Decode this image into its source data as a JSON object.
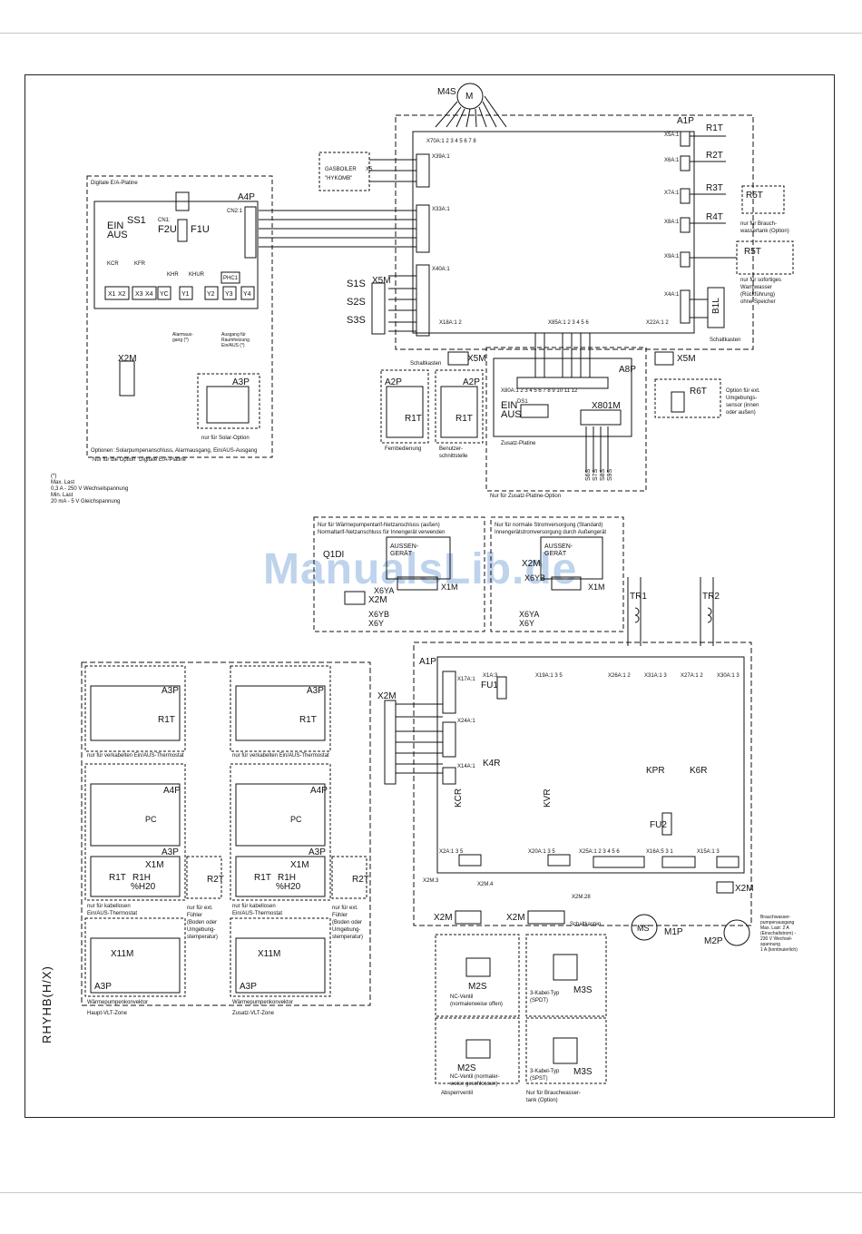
{
  "page": {
    "side_label": "RHYHB(H/X)",
    "watermark": "ManualsLib.de"
  },
  "labels": {
    "a1p": "A1P",
    "m4s": "M4S",
    "m": "M",
    "x70a": "X70A:1 2 3 4 5 6 7 8",
    "x39a": "X39A:1",
    "gasboiler": "GASBOILER",
    "hykomb": "\"HYKOMB\"",
    "x5": "X5",
    "x33a": "X33A:1",
    "x40a": "X40A:1",
    "x18a": "X18A:1 2",
    "x85a": "X85A:1 2 3 4 5 6",
    "x22a": "X22A:1 2",
    "x5a": "X5A:1",
    "x6a": "X6A:1",
    "x7a": "X7A:1",
    "x8a": "X8A:1",
    "x9a": "X9A:1",
    "x4a": "X4A:1",
    "r1t": "R1T",
    "r2t": "R2T",
    "r3t": "R3T",
    "r4t": "R4T",
    "r5t": "R5T",
    "r6t": "R6T",
    "b1l": "B1L",
    "note_r5t_a": "nur für Brauch-",
    "note_r5t_b": "wassertank (Option)",
    "note_r5t2_a": "nur für sofortiges",
    "note_r5t2_b": "Warmwasser",
    "note_r5t2_c": "(Rückführung)",
    "note_r5t2_d": "ohne Speicher",
    "schaltkasten": "Schaltkasten",
    "digitale": "Digitale E/A-Platine",
    "a4p": "A4P",
    "cn2": "CN2:1",
    "ein": "EIN",
    "aus": "AUS",
    "ss1": "SS1",
    "f2u": "F2U",
    "f1u": "F1U",
    "cn1": "CN1:",
    "kcr": "KCR",
    "kfr": "KFR",
    "khr": "KHR",
    "khur": "KHUR",
    "phc1": "PHC1",
    "x1": "X1",
    "x2": "X2",
    "x3": "X3",
    "x4": "X4",
    "yc": "YC",
    "y1": "Y1",
    "y2": "Y2",
    "y3": "Y3",
    "y4": "Y4",
    "x2m": "X2M",
    "alarm": "Alarmaus-",
    "alarm2": "gang (*)",
    "ausgang": "Ausgang für",
    "ausgang2": "Raumheizung",
    "ausgang3": "Ein/AUS (*)",
    "a3p": "A3P",
    "solar": "nur für Solar-Option",
    "optionen": "Optionen: Solarpumpenanschluss, Alarmausgang, Ein/AUS-Ausgang",
    "nurdigi": "Nur für die Option \"Digitale E/A-Platine\"",
    "s1s": "S1S",
    "s2s": "S2S",
    "s3s": "S3S",
    "x5m": "X5M",
    "a2p": "A2P",
    "fernbed": "Fernbedienung",
    "benutzer1": "Benutzer-",
    "benutzer2": "schnittstelle",
    "a8p": "A8P",
    "x80a": "X80A:1 2 3 4 5 6 7 8 9 10 11 12",
    "ds1": "DS1",
    "x801m": "X801M",
    "zusatz": "Zusatz-Platine",
    "nurzusatz": "Nur für Zusatz-Platine-Option",
    "s6s": "S6S",
    "s7s": "S7S",
    "s8s": "S8S",
    "s9s": "S9S",
    "option_ext1": "Option für ext.",
    "option_ext2": "Umgebungs-",
    "option_ext3": "sensor (innen",
    "option_ext4": "oder außen)",
    "fn_star": "(*)",
    "fn_max": "Max. Last",
    "fn_v1": "0,3 A - 250 V Wechselspannung",
    "fn_min": "Min. Last",
    "fn_v2": "20 mA - 5 V Gleichspannung",
    "wp_head1": "Nur für Wärmepumpentarif-Netzanschluss (außen)",
    "wp_head2": "Normaltarif-Netzanschluss für Innengerät verwenden",
    "std_head1": "Nur für normale Stromversorgung (Standard)",
    "std_head2": "Innengerätstromversorgung durch Außengerät",
    "q1di": "Q1DI",
    "aussen": "AUSSEN-",
    "geraet": "GERÄT",
    "x1m": "X1M",
    "x6ya": "X6YA",
    "x6yb": "X6YB",
    "x6y": "X6Y",
    "tr1": "TR1",
    "tr2": "TR2",
    "x17a": "X17A:1",
    "x1a": "X1A:3",
    "fu1": "FU1",
    "x19a": "X19A:1 3 5",
    "x26a": "X26A:1 2",
    "x31a": "X31A:1 3",
    "x27a": "X27A:1 2",
    "x30a": "X30A:1 3",
    "x24a": "X24A:1",
    "x14a": "X14A:1",
    "k4r": "K4R",
    "kpr": "KPR",
    "k6r": "K6R",
    "fu2": "FU2",
    "kvr": "KVR",
    "x2a": "X2A:1 3 5",
    "x20a": "X20A:1 3 5",
    "x25a": "X25A:1 2 3 4 5 6",
    "x16a": "X16A:5 3 1",
    "x15a": "X15A:1 3",
    "ms": "MS",
    "m1p": "M1P",
    "m2p": "M2P",
    "m2s": "M2S",
    "m3s": "M3S",
    "nc_ventil1": "NC-Ventil",
    "nc_ventil2": "(normalerweise offen)",
    "nc_ventil3": "NC-Ventil (normaler-",
    "nc_ventil4": "weise geschlossen)",
    "kabel3a": "3-Kabel-Typ",
    "spdt": "(SPDT)",
    "spst": "(SPST)",
    "absperr": "Absperrventil",
    "nurbrauch1": "Nur für Brauchwasser-",
    "nurbrauch2": "tank (Option)",
    "brauch1": "Brauchwasser-",
    "brauch2": "pumpenausgang",
    "brauch3": "Max. Last: 2 A",
    "brauch4": "(Einschaltstrom) -",
    "brauch5": "230 V Wechsel-",
    "brauch6": "spannung",
    "brauch7": "1 A (kontinuierlich)",
    "verk": "nur für verkabelten Ein/AUS-Thermostat",
    "kabellos1": "nur für kabellosen",
    "kabellos2": "Ein/AUS-Thermostat",
    "ext_f1": "nur für ext.",
    "ext_f2": "Fühler",
    "ext_f3": "(Boden oder",
    "ext_f4": "Umgebung-",
    "ext_f5": "stemperatur)",
    "x11m": "X11M",
    "wp_konv": "Wärmepumpenkonvektor",
    "haupt": "Haupt-VLT-Zone",
    "zusatz_vlt": "Zusatz-VLT-Zone",
    "r1h": "R1H",
    "h20": "%H20",
    "pc": "PC",
    "x2m3": "X2M.3",
    "x2m4": "X2M.4",
    "x2m28": "X2M.28"
  }
}
